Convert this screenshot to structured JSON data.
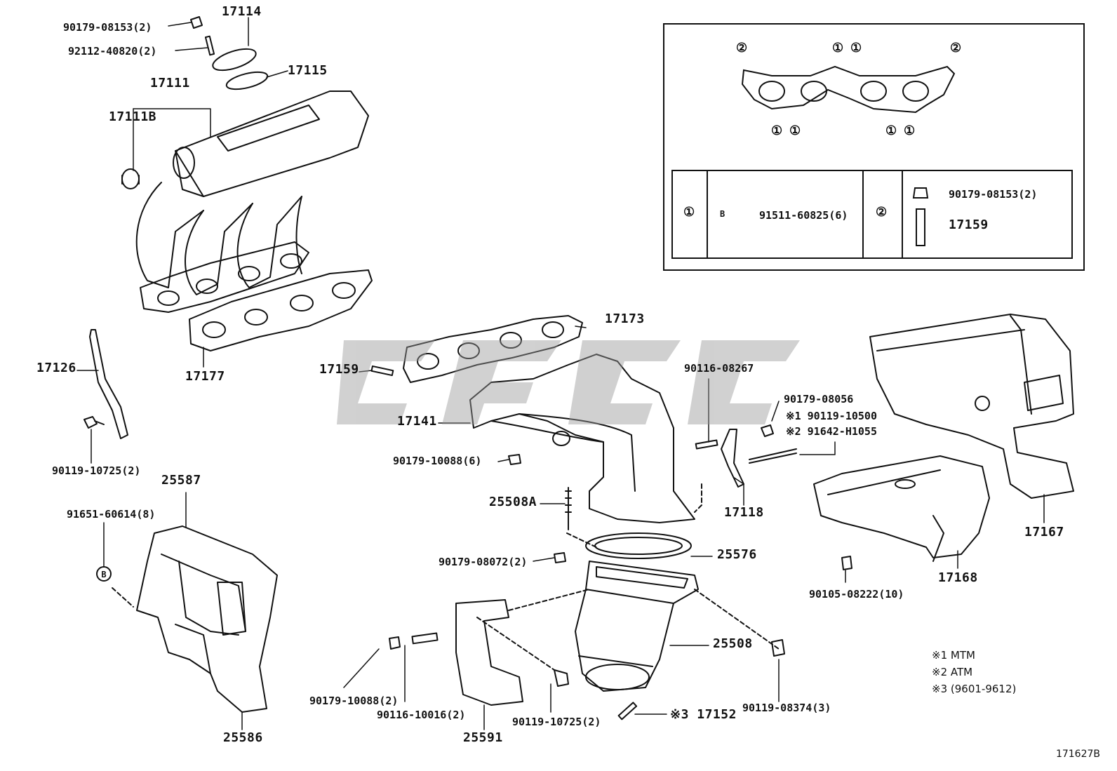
{
  "labels": {
    "p90179_08153": "90179-08153(2)",
    "p17114": "17114",
    "p92112_40820": "92112-40820(2)",
    "p17115": "17115",
    "p17111": "17111",
    "p17111B": "17111B",
    "p17126": "17126",
    "p17177": "17177",
    "p90119_10725_a": "90119-10725(2)",
    "p25587": "25587",
    "p91651_60614": "91651-60614(8)",
    "p25586": "25586",
    "p17173": "17173",
    "p17159": "17159",
    "p17141": "17141",
    "p90179_10088_6": "90179-10088(6)",
    "p25508A": "25508A",
    "p90179_08072": "90179-08072(2)",
    "p25576": "25576",
    "p25508": "25508",
    "p90179_10088_2": "90179-10088(2)",
    "p90116_10016": "90116-10016(2)",
    "p25591": "25591",
    "p90119_10725_b": "90119-10725(2)",
    "p17152": "※3 17152",
    "p90119_08374": "90119-08374(3)",
    "p90116_08267": "90116-08267",
    "p90179_08056": "90179-08056",
    "p90119_10500": "※1 90119-10500",
    "p91642_H1055": "※2 91642-H1055",
    "p17118": "17118",
    "p17167": "17167",
    "p17168": "17168",
    "p90105_08222": "90105-08222(10)"
  },
  "inset": {
    "circle1": "①",
    "circle2": "②",
    "bolt_marker": "B",
    "p91511": "91511-60825(6)",
    "p90179_08153": "90179-08153(2)",
    "p17159": "17159"
  },
  "legend": {
    "l1": "※1  MTM",
    "l2": "※2  ATM",
    "l3": "※3  (9601-9612)"
  },
  "bolt_marker_left": "B",
  "drawing_code": "171627B"
}
